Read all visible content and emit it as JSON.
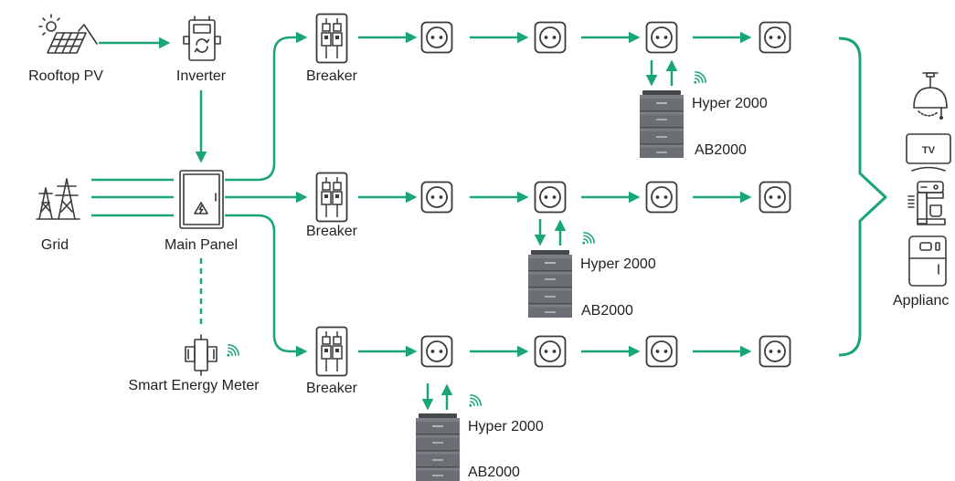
{
  "colors": {
    "accent": "#19a47a",
    "icon_stroke": "#3a3a3a",
    "battery": "#6b6e73",
    "text": "#222222"
  },
  "source": {
    "rooftop_pv": {
      "label": "Rooftop PV",
      "icon": "solar-panel-icon"
    },
    "inverter": {
      "label": "Inverter",
      "icon": "inverter-icon"
    },
    "grid": {
      "label": "Grid",
      "icon": "power-tower-icon"
    },
    "main_panel": {
      "label": "Main Panel",
      "icon": "main-panel-icon"
    },
    "smart_meter": {
      "label": "Smart Energy Meter",
      "icon": "energy-meter-icon",
      "status_icon": "wifi-icon"
    }
  },
  "circuits": [
    {
      "breaker_label": "Breaker",
      "outlet_icon": "outlet-icon",
      "battery": {
        "hyper_label": "Hyper 2000",
        "ab_label": "AB2000",
        "icon": "battery-stack-icon",
        "status_icon": "wifi-icon"
      }
    },
    {
      "breaker_label": "Breaker",
      "outlet_icon": "outlet-icon",
      "battery": {
        "hyper_label": "Hyper 2000",
        "ab_label": "AB2000",
        "icon": "battery-stack-icon",
        "status_icon": "wifi-icon"
      }
    },
    {
      "breaker_label": "Breaker",
      "outlet_icon": "outlet-icon",
      "battery": {
        "hyper_label": "Hyper 2000",
        "ab_label": "AB2000",
        "icon": "battery-stack-icon",
        "status_icon": "wifi-icon"
      }
    }
  ],
  "appliances": {
    "label": "Applianc",
    "tv_text": "TV",
    "items": [
      "ceiling-lamp-icon",
      "tv-icon",
      "coffee-maker-icon",
      "fridge-icon"
    ]
  }
}
